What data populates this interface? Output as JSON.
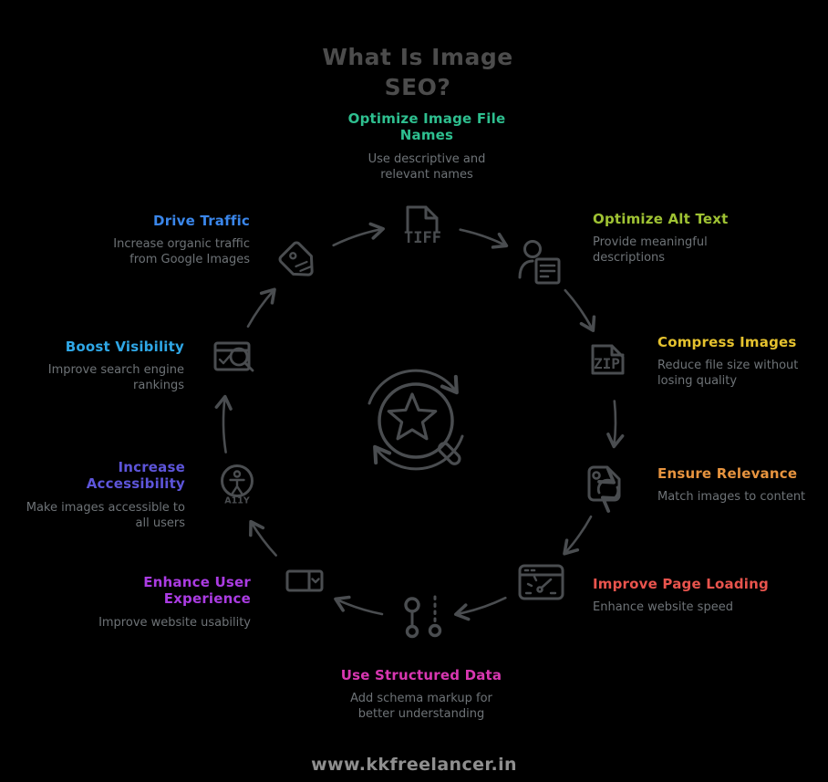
{
  "theme": {
    "background": "#000000",
    "ink": "#4a4d50",
    "title-color": "#4c4c4c",
    "subtitle-color": "#6e7377",
    "footer-color": "#8f8f8f"
  },
  "header": {
    "title": "What Is Image SEO?"
  },
  "footer": {
    "website": "www.kkfreelancer.in"
  },
  "center": {
    "icon": "magnifier-star-refresh-icon"
  },
  "icon_texts": {
    "tiff": "TIFF",
    "zip": "ZIP",
    "a11y": "A11Y"
  },
  "items": [
    {
      "title": "Optimize Image File Names",
      "subtitle": "Use descriptive and relevant names",
      "color": "#2ebf8f",
      "icon": "tiff-file-icon"
    },
    {
      "title": "Optimize Alt Text",
      "subtitle": "Provide meaningful descriptions",
      "color": "#9fc233",
      "icon": "user-document-icon"
    },
    {
      "title": "Compress Images",
      "subtitle": "Reduce file size without losing quality",
      "color": "#e5c22e",
      "icon": "zip-file-icon"
    },
    {
      "title": "Ensure Relevance",
      "subtitle": "Match images to content",
      "color": "#e7943f",
      "icon": "image-refresh-icon"
    },
    {
      "title": "Improve Page Loading",
      "subtitle": "Enhance website speed",
      "color": "#e9544d",
      "icon": "speedometer-window-icon"
    },
    {
      "title": "Use Structured Data",
      "subtitle": "Add schema markup for better understanding",
      "color": "#d837b1",
      "icon": "schema-nodes-icon"
    },
    {
      "title": "Enhance User Experience",
      "subtitle": "Improve website usability",
      "color": "#ab3ce3",
      "icon": "dropdown-select-icon"
    },
    {
      "title": "Increase Accessibility",
      "subtitle": "Make images accessible to all users",
      "color": "#5d55da",
      "icon": "accessibility-icon"
    },
    {
      "title": "Boost Visibility",
      "subtitle": "Improve search engine rankings",
      "color": "#2fa7e6",
      "icon": "window-search-icon"
    },
    {
      "title": "Drive Traffic",
      "subtitle": "Increase organic traffic from Google Images",
      "color": "#3a86ea",
      "icon": "price-tag-icon"
    }
  ]
}
